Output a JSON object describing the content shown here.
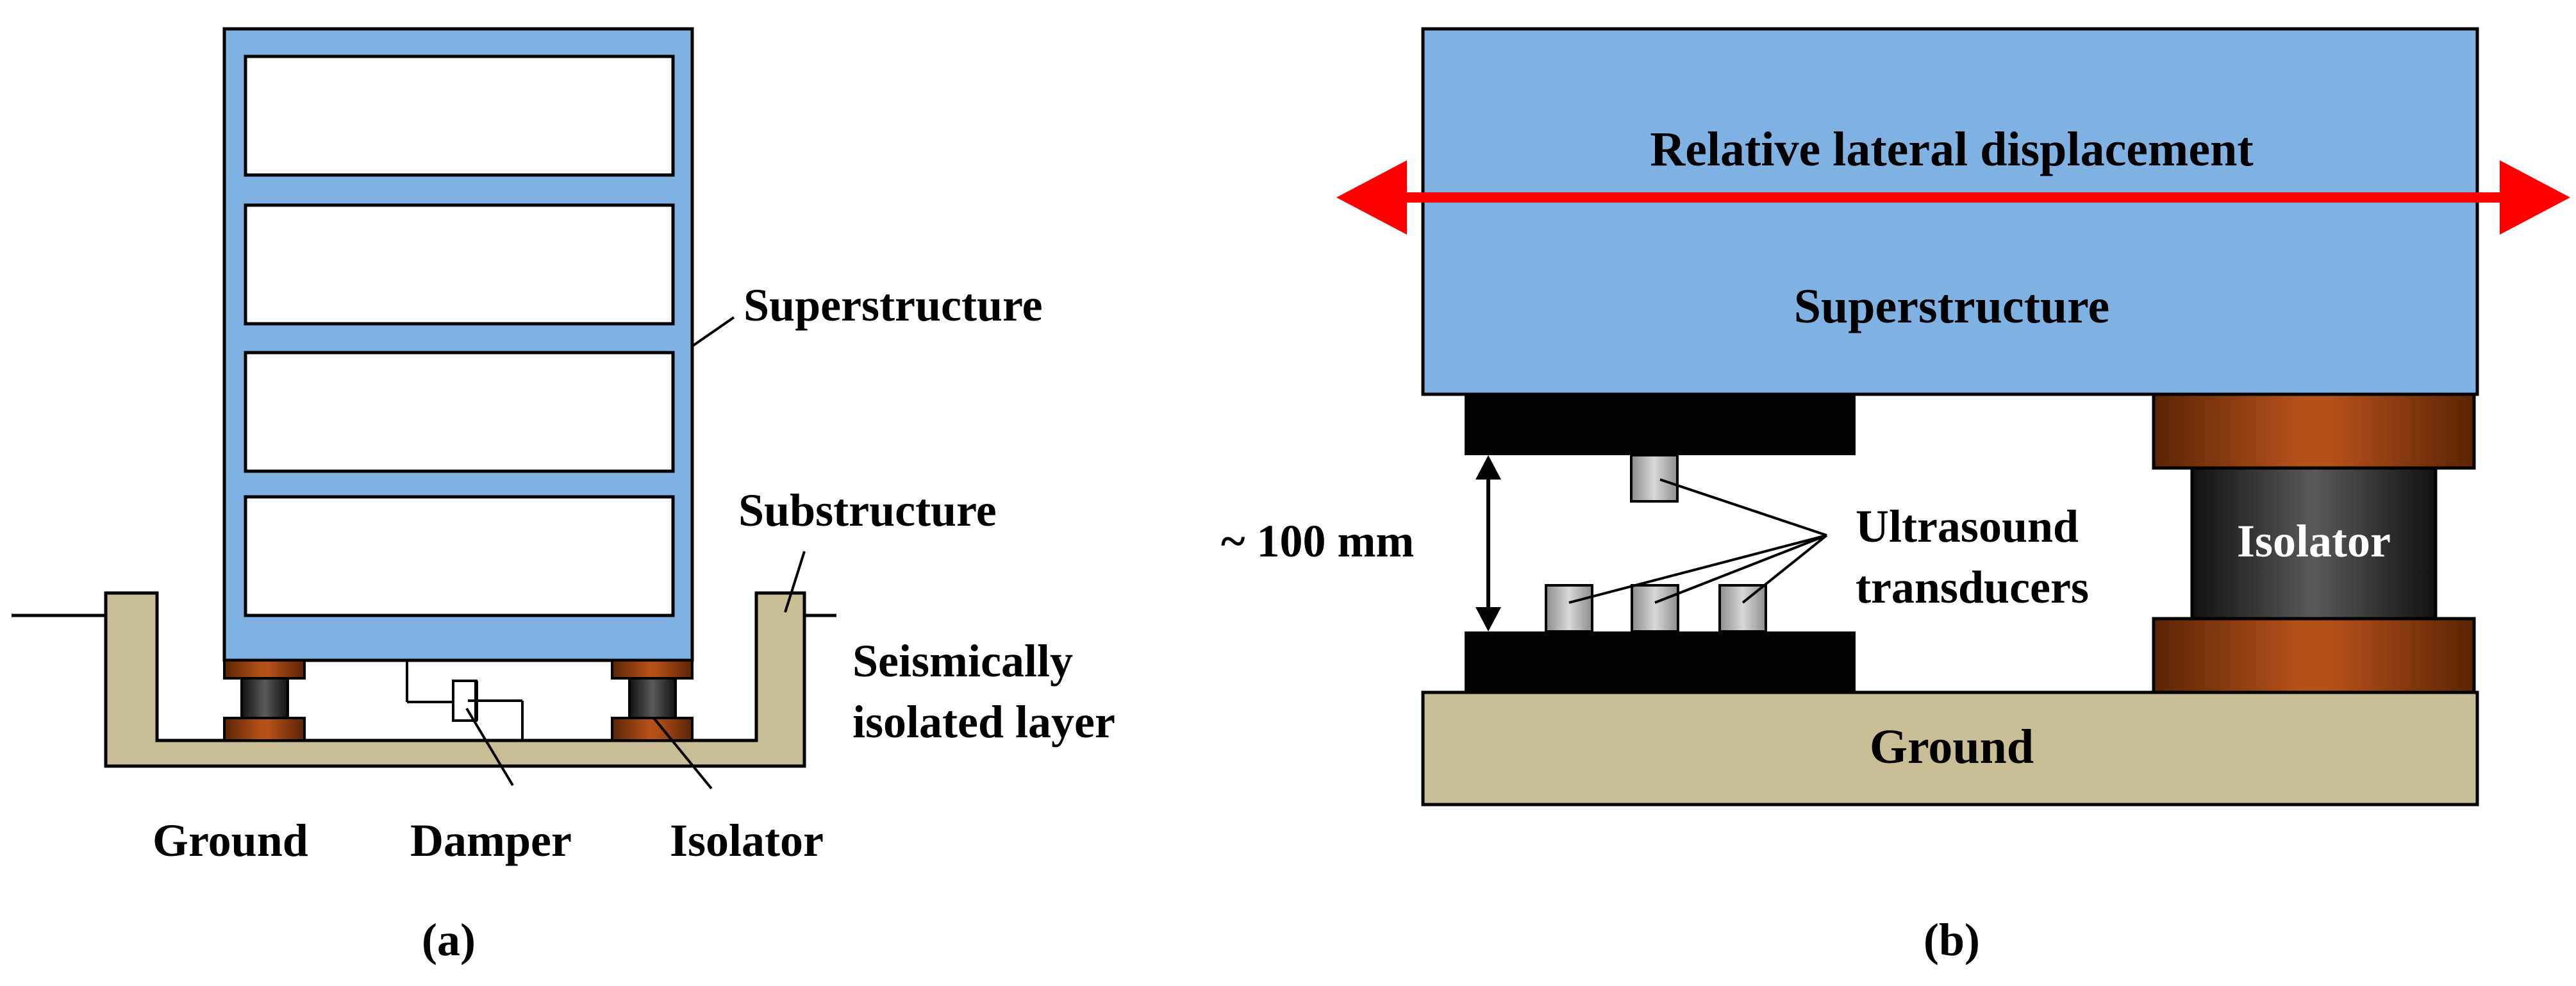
{
  "panel_a": {
    "caption": "(a)",
    "labels": {
      "superstructure": "Superstructure",
      "substructure": "Substructure",
      "seismic_line1": "Seismically",
      "seismic_line2": "isolated layer",
      "ground": "Ground",
      "damper": "Damper",
      "isolator": "Isolator"
    },
    "floor_count": 4
  },
  "panel_b": {
    "caption": "(b)",
    "labels": {
      "relative_displacement": "Relative lateral displacement",
      "superstructure": "Superstructure",
      "gap": "~ 100 mm",
      "transducers_line1": "Ultrasound",
      "transducers_line2": "transducers",
      "isolator": "Isolator",
      "ground": "Ground"
    },
    "transducer_count": 4
  },
  "colors": {
    "structure_blue": "#7fb2e3",
    "soil_tan": "#c9bd96",
    "arrow_red": "#ff0000",
    "rubber_brown": "#a94a10",
    "isolator_core": "#2a2a2a",
    "transducer_gray": "#bcbcbc",
    "plate_black": "#000000"
  }
}
